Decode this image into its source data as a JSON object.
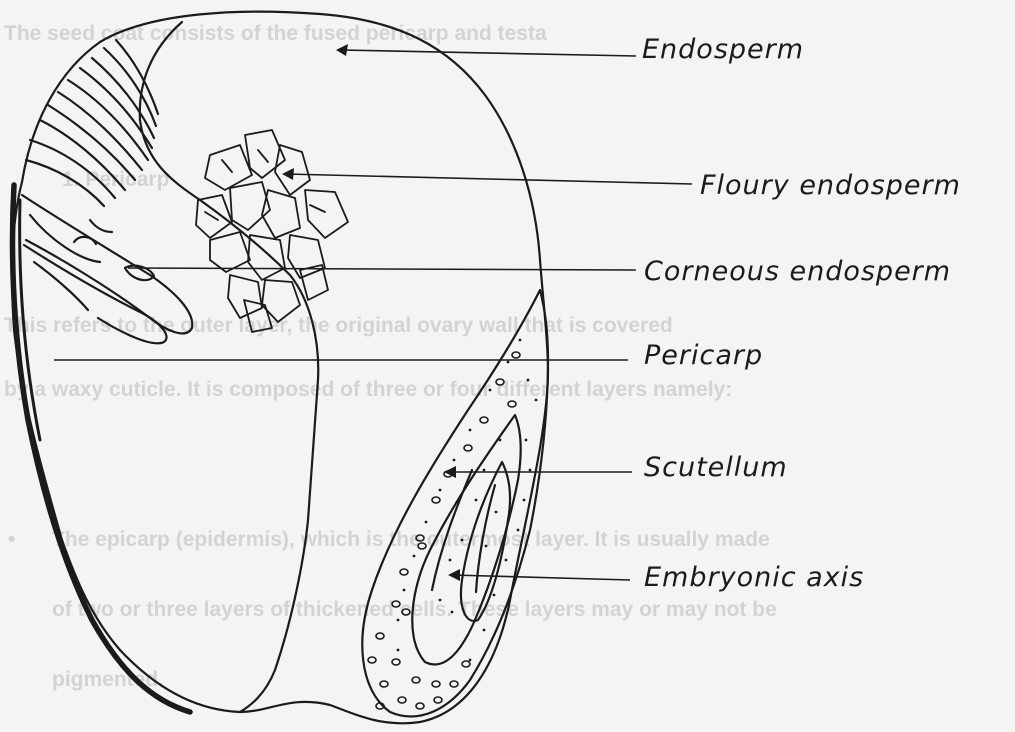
{
  "background_text": {
    "line1": "The seed coat consists of the fused pericarp and testa",
    "heading": "1.   Pericarp",
    "para1": "This refers to the outer layer, the original ovary wall that is covered",
    "para2": "by a waxy cuticle. It is composed of three or four different layers namely:",
    "bullet": "•",
    "bullet1": "The epicarp (epidermis), which is the outermost layer. It is usually made",
    "bullet2": "of two or three layers of thickened cells. These layers may or may not be",
    "bullet3": "pigmented."
  },
  "labels": {
    "endosperm": "Endosperm",
    "floury_endosperm": "Floury endosperm",
    "corneous_endosperm": "Corneous endosperm",
    "pericarp": "Pericarp",
    "scutellum": "Scutellum",
    "embryonic_axis": "Embryonic axis"
  },
  "colors": {
    "ink": "#1b1b1b",
    "paper": "#f4f4f2",
    "bleed_text": "#b9b9b9"
  }
}
